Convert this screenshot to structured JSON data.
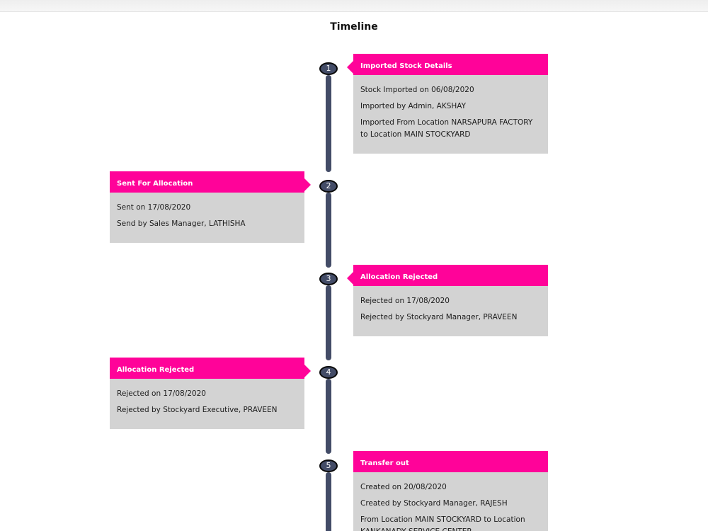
{
  "page": {
    "title": "Timeline"
  },
  "colors": {
    "accent": "#ff0399",
    "line": "#434c67",
    "card": "#d3d3d3"
  },
  "events": [
    {
      "number": "1",
      "title": "Imported Stock Details",
      "lines": [
        "Stock Imported on 06/08/2020",
        "Imported by Admin, AKSHAY",
        "Imported From Location NARSAPURA FACTORY to Location MAIN STOCKYARD"
      ]
    },
    {
      "number": "2",
      "title": "Sent For Allocation",
      "lines": [
        "Sent on 17/08/2020",
        "Send by Sales Manager, LATHISHA"
      ]
    },
    {
      "number": "3",
      "title": "Allocation Rejected",
      "lines": [
        "Rejected on 17/08/2020",
        "Rejected by Stockyard Manager, PRAVEEN"
      ]
    },
    {
      "number": "4",
      "title": "Allocation Rejected",
      "lines": [
        "Rejected on 17/08/2020",
        "Rejected by Stockyard Executive, PRAVEEN"
      ]
    },
    {
      "number": "5",
      "title": "Transfer out",
      "lines": [
        "Created on 20/08/2020",
        "Created by Stockyard Manager, RAJESH",
        "From Location MAIN STOCKYARD to Location KANKANADY SERVICE CENTER"
      ]
    }
  ]
}
